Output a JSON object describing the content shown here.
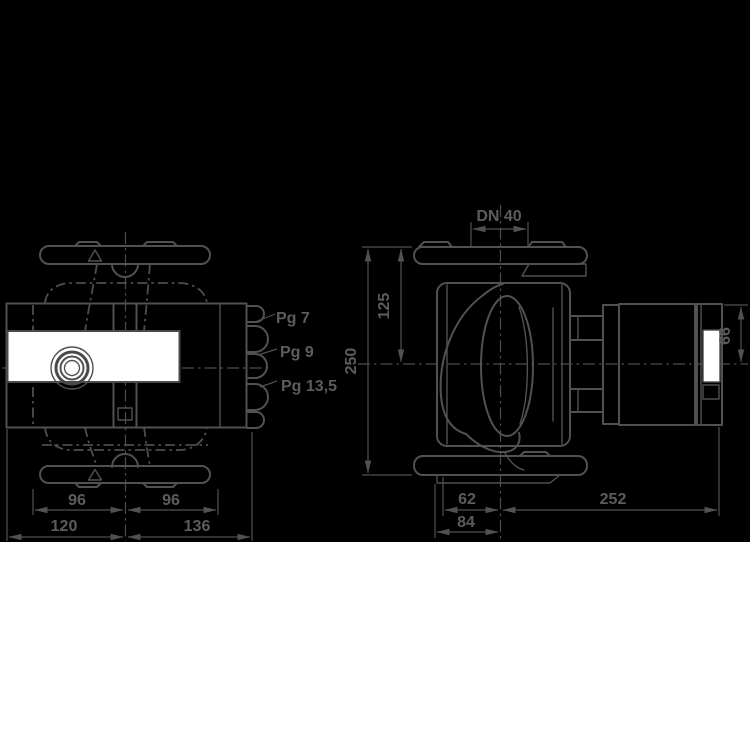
{
  "colors": {
    "background": "#000000",
    "line": "#515151",
    "text": "#5c5c5c",
    "panel": "#ffffff",
    "lower_page": "#ffffff"
  },
  "front_view": {
    "gland_labels": {
      "pg7": "Pg 7",
      "pg9": "Pg 9",
      "pg13_5": "Pg 13,5"
    },
    "dims": {
      "dim_96_left": "96",
      "dim_96_right": "96",
      "dim_120": "120",
      "dim_136": "136"
    }
  },
  "side_view": {
    "dims": {
      "dim_dn40": "DN 40",
      "dim_250": "250",
      "dim_125": "125",
      "dim_66": "66",
      "dim_62": "62",
      "dim_84": "84",
      "dim_252": "252"
    }
  }
}
